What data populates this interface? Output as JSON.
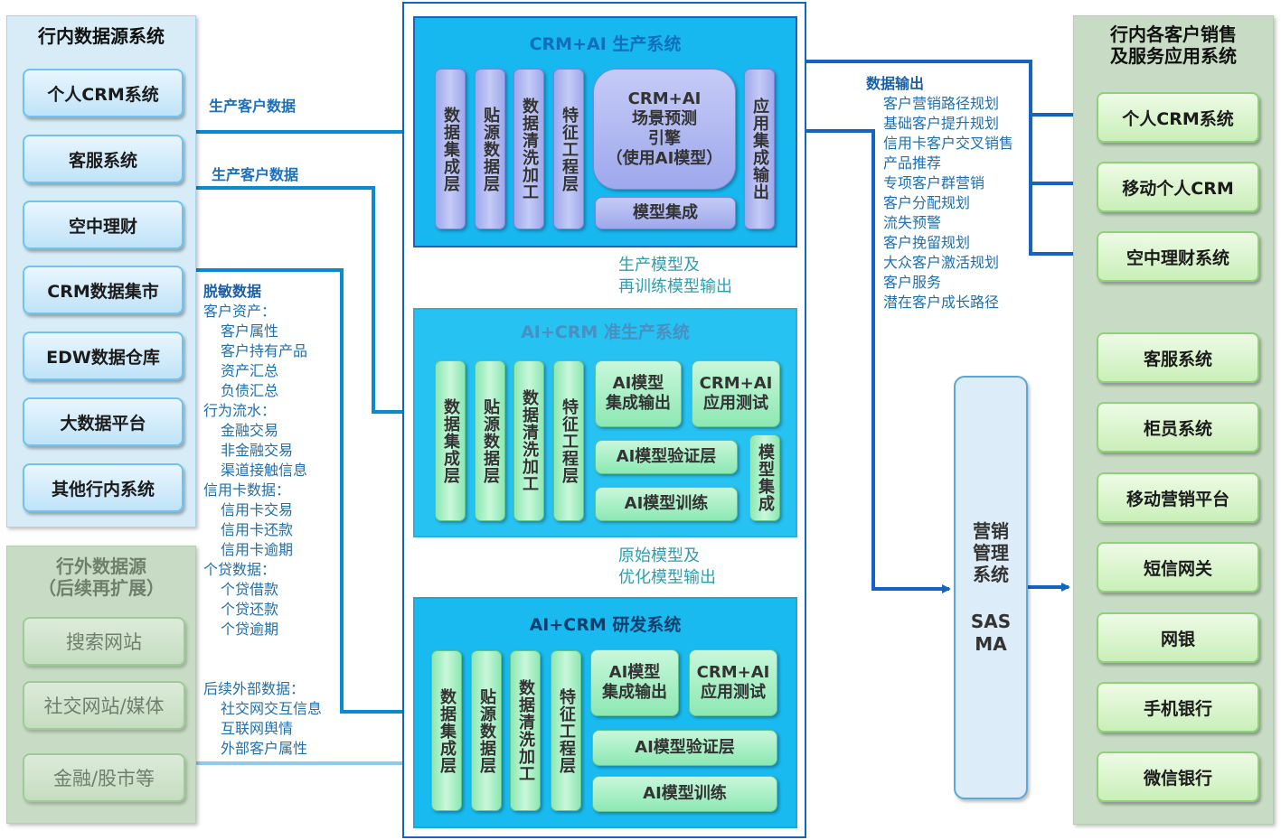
{
  "left_panel": {
    "title": "行内数据源系统",
    "items": [
      "个人CRM系统",
      "客服系统",
      "空中理财",
      "CRM数据集市",
      "EDW数据仓库",
      "大数据平台",
      "其他行内系统"
    ]
  },
  "ext_panel": {
    "title_line1": "行外数据源",
    "title_line2": "（后续再扩展）",
    "items": [
      "搜索网站",
      "社交网站/媒体",
      "金融/股市等"
    ]
  },
  "right_panel": {
    "title_line1": "行内各客户销售",
    "title_line2": "及服务应用系统",
    "items": [
      "个人CRM系统",
      "移动个人CRM",
      "空中理财系统",
      "客服系统",
      "柜员系统",
      "移动营销平台",
      "短信网关",
      "网银",
      "手机银行",
      "微信银行"
    ]
  },
  "labels": {
    "prod_data_1": "生产客户数据",
    "prod_data_2": "生产客户数据",
    "output_head": "数据输出",
    "output_items": [
      "客户营销路径规划",
      "基础客户提升规划",
      "信用卡客户交叉销售",
      "产品推荐",
      "专项客户群营销",
      "客户分配规划",
      "流失预警",
      "客户挽留规划",
      "大众客户激活规划",
      "客户服务",
      "潜在客户成长路径"
    ],
    "desens_head": "脱敏数据",
    "desens_items": [
      {
        "text": "客户资产：",
        "indent": false
      },
      {
        "text": "客户属性",
        "indent": true
      },
      {
        "text": "客户持有产品",
        "indent": true
      },
      {
        "text": "资产汇总",
        "indent": true
      },
      {
        "text": "负债汇总",
        "indent": true
      },
      {
        "text": "行为流水：",
        "indent": false
      },
      {
        "text": "金融交易",
        "indent": true
      },
      {
        "text": "非金融交易",
        "indent": true
      },
      {
        "text": "渠道接触信息",
        "indent": true
      },
      {
        "text": "信用卡数据：",
        "indent": false
      },
      {
        "text": "信用卡交易",
        "indent": true
      },
      {
        "text": "信用卡还款",
        "indent": true
      },
      {
        "text": "信用卡逾期",
        "indent": true
      },
      {
        "text": "个贷数据：",
        "indent": false
      },
      {
        "text": "个贷借款",
        "indent": true
      },
      {
        "text": "个贷还款",
        "indent": true
      },
      {
        "text": "个贷逾期",
        "indent": true
      }
    ],
    "ext_data_items": [
      {
        "text": "后续外部数据：",
        "indent": false
      },
      {
        "text": "社交网交互信息",
        "indent": true
      },
      {
        "text": "互联网舆情",
        "indent": true
      },
      {
        "text": "外部客户属性",
        "indent": true
      }
    ],
    "model_out_1_l1": "生产模型及",
    "model_out_1_l2": "再训练模型输出",
    "model_out_2_l1": "原始模型及",
    "model_out_2_l2": "优化模型输出"
  },
  "prod_system": {
    "title": "CRM+AI 生产系统",
    "layers": [
      "数据集成层",
      "贴源数据层",
      "数据清洗加工",
      "特征工程层"
    ],
    "engine_l1": "CRM+AI",
    "engine_l2": "场景预测",
    "engine_l3": "引擎",
    "engine_l4": "（使用AI模型）",
    "model_integration": "模型集成",
    "app_output": "应用集成输出"
  },
  "pre_system": {
    "title": "AI+CRM 准生产系统",
    "layers": [
      "数据集成层",
      "贴源数据层",
      "数据清洗加工",
      "特征工程层"
    ],
    "ai_out_l1": "AI模型",
    "ai_out_l2": "集成输出",
    "app_test_l1": "CRM+AI",
    "app_test_l2": "应用测试",
    "verify": "AI模型验证层",
    "train": "AI模型训练",
    "model_integration": "模型集成"
  },
  "rnd_system": {
    "title": "AI+CRM 研发系统",
    "layers": [
      "数据集成层",
      "贴源数据层",
      "数据清洗加工",
      "特征工程层"
    ],
    "ai_out_l1": "AI模型",
    "ai_out_l2": "集成输出",
    "app_test_l1": "CRM+AI",
    "app_test_l2": "应用测试",
    "verify": "AI模型验证层",
    "train": "AI模型训练"
  },
  "sas": {
    "l1": "营销",
    "l2": "管理",
    "l3": "系统",
    "l4": "SAS",
    "l5": "MA"
  },
  "colors": {
    "line_blue": "#0a8ad1",
    "line_dark": "#1565c0",
    "teal": "#18c7a0",
    "light_line": "#8ccbef"
  }
}
